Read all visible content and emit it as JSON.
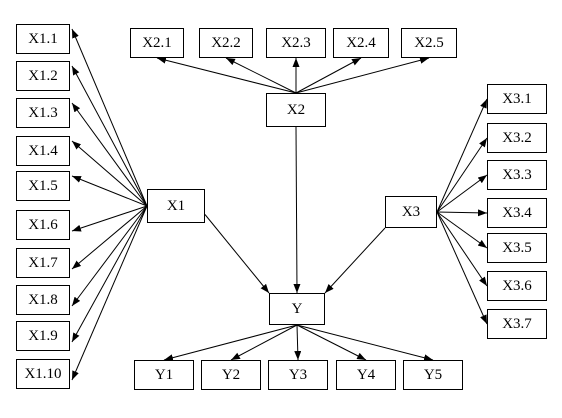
{
  "diagram": {
    "nodes": [
      {
        "id": "X1",
        "label": "X1"
      },
      {
        "id": "X2",
        "label": "X2"
      },
      {
        "id": "X3",
        "label": "X3"
      },
      {
        "id": "Y",
        "label": "Y"
      },
      {
        "id": "X1.1",
        "label": "X1.1"
      },
      {
        "id": "X1.2",
        "label": "X1.2"
      },
      {
        "id": "X1.3",
        "label": "X1.3"
      },
      {
        "id": "X1.4",
        "label": "X1.4"
      },
      {
        "id": "X1.5",
        "label": "X1.5"
      },
      {
        "id": "X1.6",
        "label": "X1.6"
      },
      {
        "id": "X1.7",
        "label": "X1.7"
      },
      {
        "id": "X1.8",
        "label": "X1.8"
      },
      {
        "id": "X1.9",
        "label": "X1.9"
      },
      {
        "id": "X1.10",
        "label": "X1.10"
      },
      {
        "id": "X2.1",
        "label": "X2.1"
      },
      {
        "id": "X2.2",
        "label": "X2.2"
      },
      {
        "id": "X2.3",
        "label": "X2.3"
      },
      {
        "id": "X2.4",
        "label": "X2.4"
      },
      {
        "id": "X2.5",
        "label": "X2.5"
      },
      {
        "id": "X3.1",
        "label": "X3.1"
      },
      {
        "id": "X3.2",
        "label": "X3.2"
      },
      {
        "id": "X3.3",
        "label": "X3.3"
      },
      {
        "id": "X3.4",
        "label": "X3.4"
      },
      {
        "id": "X3.5",
        "label": "X3.5"
      },
      {
        "id": "X3.6",
        "label": "X3.6"
      },
      {
        "id": "X3.7",
        "label": "X3.7"
      },
      {
        "id": "Y1",
        "label": "Y1"
      },
      {
        "id": "Y2",
        "label": "Y2"
      },
      {
        "id": "Y3",
        "label": "Y3"
      },
      {
        "id": "Y4",
        "label": "Y4"
      },
      {
        "id": "Y5",
        "label": "Y5"
      }
    ],
    "edges": [
      {
        "from": "X1",
        "to": "X1.1"
      },
      {
        "from": "X1",
        "to": "X1.2"
      },
      {
        "from": "X1",
        "to": "X1.3"
      },
      {
        "from": "X1",
        "to": "X1.4"
      },
      {
        "from": "X1",
        "to": "X1.5"
      },
      {
        "from": "X1",
        "to": "X1.6"
      },
      {
        "from": "X1",
        "to": "X1.7"
      },
      {
        "from": "X1",
        "to": "X1.8"
      },
      {
        "from": "X1",
        "to": "X1.9"
      },
      {
        "from": "X1",
        "to": "X1.10"
      },
      {
        "from": "X2",
        "to": "X2.1"
      },
      {
        "from": "X2",
        "to": "X2.2"
      },
      {
        "from": "X2",
        "to": "X2.3"
      },
      {
        "from": "X2",
        "to": "X2.4"
      },
      {
        "from": "X2",
        "to": "X2.5"
      },
      {
        "from": "X3",
        "to": "X3.1"
      },
      {
        "from": "X3",
        "to": "X3.2"
      },
      {
        "from": "X3",
        "to": "X3.3"
      },
      {
        "from": "X3",
        "to": "X3.4"
      },
      {
        "from": "X3",
        "to": "X3.5"
      },
      {
        "from": "X3",
        "to": "X3.6"
      },
      {
        "from": "X3",
        "to": "X3.7"
      },
      {
        "from": "Y",
        "to": "Y1"
      },
      {
        "from": "Y",
        "to": "Y2"
      },
      {
        "from": "Y",
        "to": "Y3"
      },
      {
        "from": "Y",
        "to": "Y4"
      },
      {
        "from": "Y",
        "to": "Y5"
      },
      {
        "from": "X1",
        "to": "Y"
      },
      {
        "from": "X2",
        "to": "Y"
      },
      {
        "from": "X3",
        "to": "Y"
      }
    ]
  }
}
